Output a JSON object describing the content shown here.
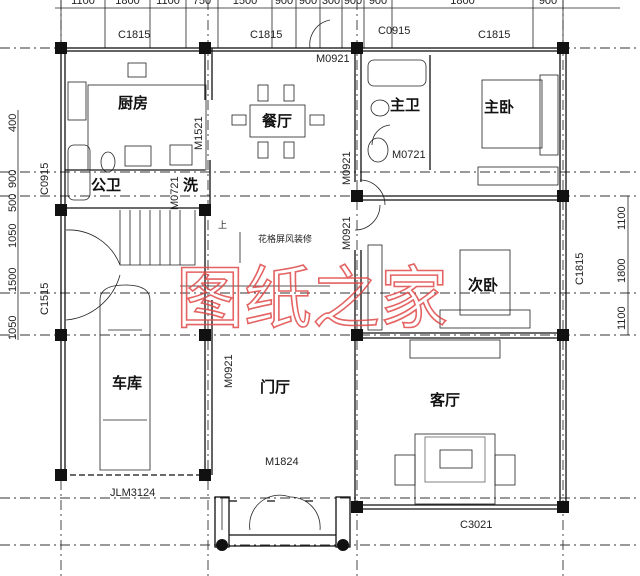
{
  "rooms": {
    "kitchen": "厨房",
    "dining": "餐厅",
    "master_bath": "主卫",
    "master_bed": "主卧",
    "public_bath": "公卫",
    "laundry": "洗",
    "second_bed": "次卧",
    "garage": "车库",
    "foyer": "门厅",
    "living": "客厅"
  },
  "openings": {
    "c1815_a": "C1815",
    "c1815_b": "C1815",
    "c0915_top": "C0915",
    "c1815_c": "C1815",
    "m0921_top": "M0921",
    "m1521": "M1521",
    "m0721_master": "M0721",
    "m0921_right": "M0921",
    "m0921_bed": "M0921",
    "m0721_laundry": "M0721",
    "c0915_left": "C0915",
    "c1515_left": "C1515",
    "m0921_foyer": "M0921",
    "c1815_right": "C1815",
    "m1824": "M1824",
    "jlm3124": "JLM3124",
    "c3021": "C3021"
  },
  "note": "花格屏风装修",
  "stair_up": "上",
  "dimensions": {
    "top": [
      "1100",
      "1800",
      "1100",
      "750",
      "1500",
      "900",
      "900",
      "300",
      "900",
      "900",
      "1800",
      "900"
    ],
    "left": [
      "400",
      "900",
      "500",
      "1050",
      "1500",
      "1050"
    ],
    "right": [
      "1100",
      "1800",
      "1100"
    ]
  },
  "watermark": "图纸之家",
  "colors": {
    "watermark": "#e04848",
    "lines": "#111111"
  }
}
